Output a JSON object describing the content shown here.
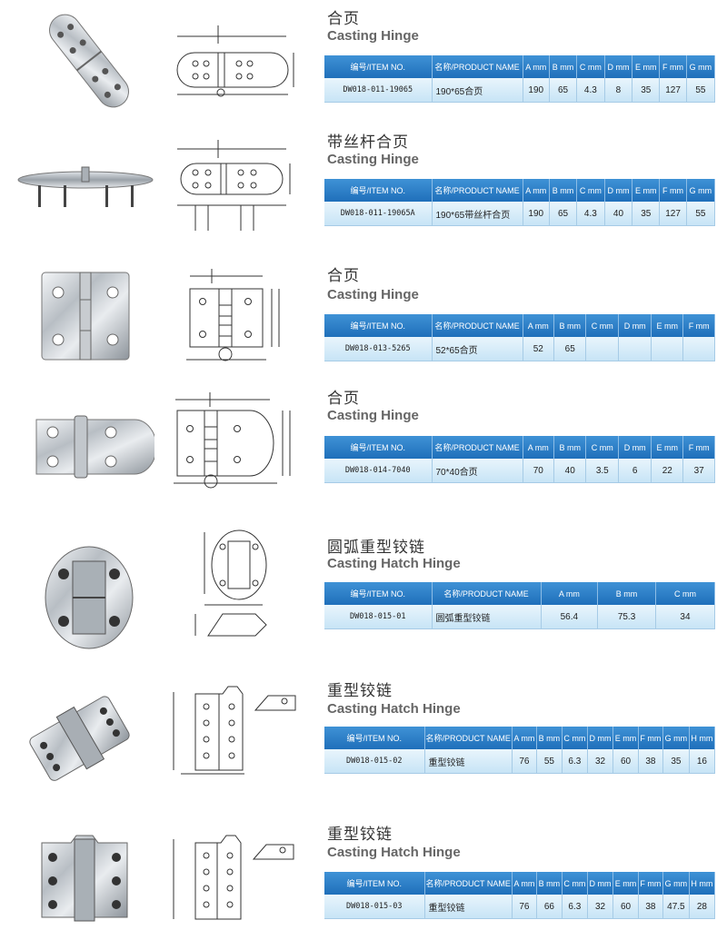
{
  "products": [
    {
      "title_cn": "合页",
      "title_en": "Casting Hinge",
      "headers": [
        "编号/ITEM NO.",
        "名称/PRODUCT NAME",
        "A mm",
        "B mm",
        "C mm",
        "D mm",
        "E mm",
        "F mm",
        "G mm"
      ],
      "rows": [
        [
          "DW018-011-19065",
          "190*65合页",
          "190",
          "65",
          "4.3",
          "8",
          "35",
          "127",
          "55"
        ]
      ],
      "image": "round-end-flat-hinge",
      "drawing": "round-end-hinge-drawing"
    },
    {
      "title_cn": "带丝杆合页",
      "title_en": "Casting Hinge",
      "headers": [
        "编号/ITEM NO.",
        "名称/PRODUCT NAME",
        "A mm",
        "B mm",
        "C mm",
        "D mm",
        "E mm",
        "F mm",
        "G mm"
      ],
      "rows": [
        [
          "DW018-011-19065A",
          "190*65带丝杆合页",
          "190",
          "65",
          "4.3",
          "40",
          "35",
          "127",
          "55"
        ]
      ],
      "image": "hinge-with-studs",
      "drawing": "hinge-with-studs-drawing"
    },
    {
      "title_cn": "合页",
      "title_en": "Casting Hinge",
      "headers": [
        "编号/ITEM NO.",
        "名称/PRODUCT NAME",
        "A mm",
        "B mm",
        "C mm",
        "D mm",
        "E mm",
        "F mm"
      ],
      "rows": [
        [
          "DW018-013-5265",
          "52*65合页",
          "52",
          "65",
          "",
          "",
          "",
          ""
        ]
      ],
      "image": "rectangular-butt-hinge",
      "drawing": "rectangular-hinge-drawing"
    },
    {
      "title_cn": "合页",
      "title_en": "Casting Hinge",
      "headers": [
        "编号/ITEM NO.",
        "名称/PRODUCT NAME",
        "A mm",
        "B mm",
        "C mm",
        "D mm",
        "E mm",
        "F mm"
      ],
      "rows": [
        [
          "DW018-014-7040",
          "70*40合页",
          "70",
          "40",
          "3.5",
          "6",
          "22",
          "37"
        ]
      ],
      "image": "half-round-butt-hinge",
      "drawing": "half-round-hinge-drawing"
    },
    {
      "title_cn": "圆弧重型铰链",
      "title_en": "Casting Hatch Hinge",
      "headers": [
        "编号/ITEM NO.",
        "名称/PRODUCT NAME",
        "A mm",
        "B mm",
        "C mm"
      ],
      "rows": [
        [
          "DW018-015-01",
          "圆弧重型铰链",
          "56.4",
          "75.3",
          "34"
        ]
      ],
      "image": "oval-hatch-hinge",
      "drawing": "oval-hatch-hinge-drawing"
    },
    {
      "title_cn": "重型铰链",
      "title_en": "Casting Hatch Hinge",
      "headers": [
        "编号/ITEM NO.",
        "名称/PRODUCT NAME",
        "A mm",
        "B mm",
        "C mm",
        "D mm",
        "E mm",
        "F mm",
        "G mm",
        "H mm"
      ],
      "rows": [
        [
          "DW018-015-02",
          "重型铰链",
          "76",
          "55",
          "6.3",
          "32",
          "60",
          "38",
          "35",
          "16"
        ]
      ],
      "image": "heavy-hatch-hinge",
      "drawing": "heavy-hatch-hinge-drawing"
    },
    {
      "title_cn": "重型铰链",
      "title_en": "Casting Hatch Hinge",
      "headers": [
        "编号/ITEM NO.",
        "名称/PRODUCT NAME",
        "A mm",
        "B mm",
        "C mm",
        "D mm",
        "E mm",
        "F mm",
        "G mm",
        "H mm"
      ],
      "rows": [
        [
          "DW018-015-03",
          "重型铰链",
          "76",
          "66",
          "6.3",
          "32",
          "60",
          "38",
          "47.5",
          "28"
        ]
      ],
      "image": "heavy-hatch-hinge-tall",
      "drawing": "heavy-hatch-hinge-tall-drawing"
    }
  ]
}
